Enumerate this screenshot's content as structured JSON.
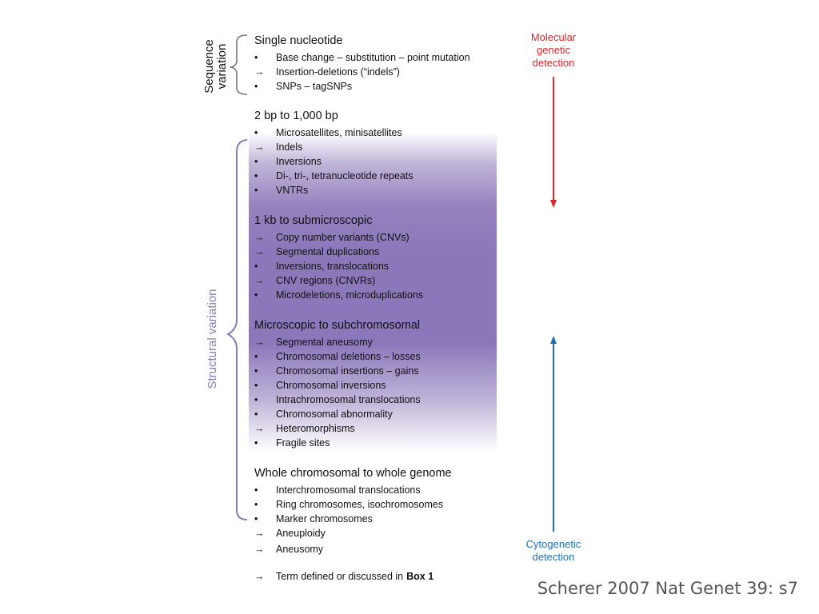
{
  "left_labels": {
    "sequence": [
      "Sequence",
      "variation"
    ],
    "structural": "Structural variation"
  },
  "detection": {
    "molecular": [
      "Molecular",
      "genetic",
      "detection"
    ],
    "cytogenetic": [
      "Cytogenetic",
      "detection"
    ]
  },
  "colors": {
    "molecular": "#e0262c",
    "cytogenetic": "#1d6fb8",
    "structural": "#8a79b9",
    "band": "#8b78bb"
  },
  "groups": [
    {
      "title": "Single nucleotide",
      "items": [
        {
          "symbol": "•",
          "text": "Base change – substitution – point mutation"
        },
        {
          "symbol": "→",
          "text": "Insertion-deletions (“indels”)"
        },
        {
          "symbol": "•",
          "text": "SNPs – tagSNPs"
        }
      ]
    },
    {
      "title": "2 bp to 1,000 bp",
      "items": [
        {
          "symbol": "•",
          "text": "Microsatellites, minisatellites"
        },
        {
          "symbol": "→",
          "text": "Indels"
        },
        {
          "symbol": "•",
          "text": "Inversions"
        },
        {
          "symbol": "•",
          "text": "Di-, tri-, tetranucleotide repeats"
        },
        {
          "symbol": "•",
          "text": "VNTRs"
        }
      ]
    },
    {
      "title": "1 kb to submicroscopic",
      "items": [
        {
          "symbol": "→",
          "text": "Copy number variants (CNVs)"
        },
        {
          "symbol": "→",
          "text": "Segmental duplications"
        },
        {
          "symbol": "•",
          "text": "Inversions, translocations"
        },
        {
          "symbol": "→",
          "text": "CNV regions (CNVRs)"
        },
        {
          "symbol": "•",
          "text": "Microdeletions, microduplications"
        }
      ]
    },
    {
      "title": "Microscopic to subchromosomal",
      "items": [
        {
          "symbol": "→",
          "text": "Segmental aneusomy"
        },
        {
          "symbol": "•",
          "text": "Chromosomal deletions – losses"
        },
        {
          "symbol": "•",
          "text": "Chromosomal insertions – gains"
        },
        {
          "symbol": "•",
          "text": "Chromosomal inversions"
        },
        {
          "symbol": "•",
          "text": "Intrachromosomal translocations"
        },
        {
          "symbol": "•",
          "text": "Chromosomal abnormality"
        },
        {
          "symbol": "→",
          "text": "Heteromorphisms"
        },
        {
          "symbol": "•",
          "text": "Fragile sites"
        }
      ]
    },
    {
      "title": "Whole chromosomal to whole genome",
      "items": [
        {
          "symbol": "•",
          "text": "Interchromosomal translocations"
        },
        {
          "symbol": "•",
          "text": "Ring chromosomes, isochromosomes"
        },
        {
          "symbol": "•",
          "text": "Marker chromosomes"
        },
        {
          "symbol": "→",
          "text": "Aneuploidy"
        },
        {
          "symbol": "→",
          "text": "Aneusomy"
        }
      ]
    }
  ],
  "footnote": {
    "symbol": "→",
    "text": "Term defined or discussed in",
    "bold": "Box 1"
  },
  "citation": "Scherer 2007 Nat Genet 39: s7"
}
